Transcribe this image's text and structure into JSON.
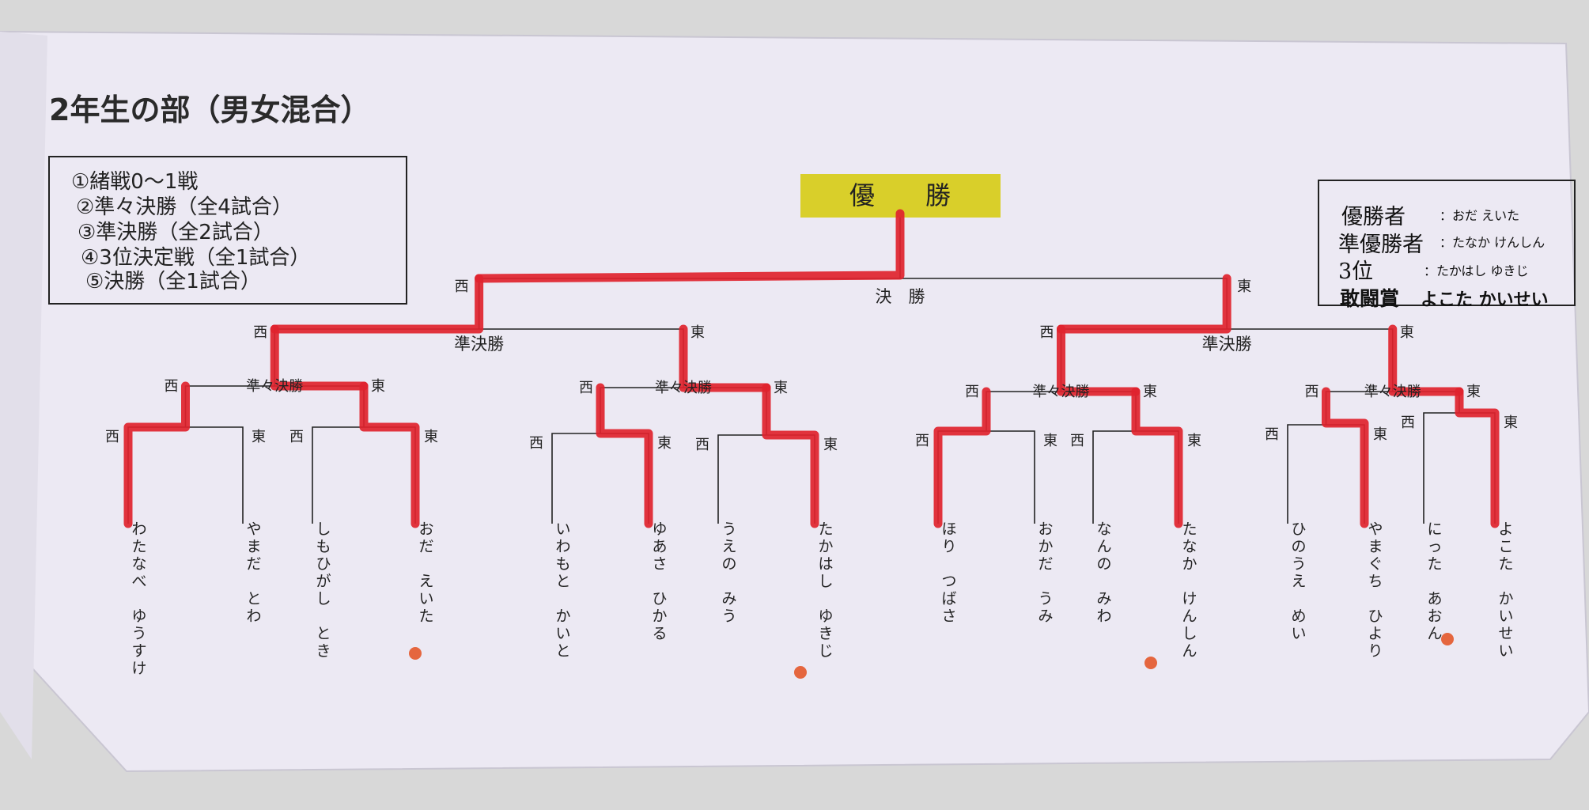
{
  "title": "2年生の部（男女混合）",
  "rules": [
    "①緒戦0～1戦",
    "②準々決勝（全4試合）",
    "③準決勝（全2試合）",
    "④3位決定戦（全1試合）",
    "⑤決勝（全1試合）"
  ],
  "champion_banner": "優　　勝",
  "rounds": {
    "final": "決　勝",
    "semi": "準決勝",
    "quarter": "準々決勝"
  },
  "sides": {
    "west": "西",
    "east": "東"
  },
  "results": [
    {
      "label": "優勝者",
      "value": "：おだ えいた"
    },
    {
      "label": "準優勝者",
      "value": "：たなか けんしん"
    },
    {
      "label": "3位",
      "value": "：たかはし ゆきじ"
    },
    {
      "label": "敢闘賞",
      "value": "よこた かいせい"
    }
  ],
  "players": [
    {
      "surname": "わたなべ",
      "given": "ゆうすけ"
    },
    {
      "surname": "やまだ",
      "given": "とわ"
    },
    {
      "surname": "しもひがし",
      "given": "とき"
    },
    {
      "surname": "おだ",
      "given": "えいた"
    },
    {
      "surname": "いわもと",
      "given": "かいと"
    },
    {
      "surname": "ゆあさ",
      "given": "ひかる"
    },
    {
      "surname": "うえの",
      "given": "みう"
    },
    {
      "surname": "たかはし",
      "given": "ゆきじ"
    },
    {
      "surname": "ほり",
      "given": "つばさ"
    },
    {
      "surname": "おかだ",
      "given": "うみ"
    },
    {
      "surname": "なんの",
      "given": "みわ"
    },
    {
      "surname": "たなか",
      "given": "けんしん"
    },
    {
      "surname": "ひのうえ",
      "given": "めい"
    },
    {
      "surname": "やまぐち",
      "given": "ひより"
    },
    {
      "surname": "にった",
      "given": "あおん"
    },
    {
      "surname": "よこた",
      "given": "かいせい"
    }
  ],
  "colors": {
    "winner_path": "#e0232e",
    "banner": "#d9cf2a",
    "paper": "#ebe8f3",
    "ink": "#222222",
    "marker": "#e4582a"
  }
}
